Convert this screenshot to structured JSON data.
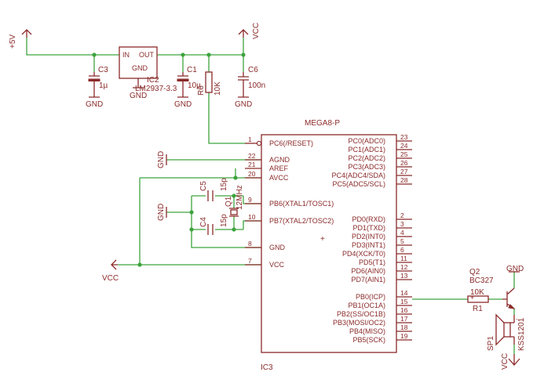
{
  "power": {
    "p5v": "+5V",
    "vcc_top": "VCC",
    "vcc_left": "VCC",
    "vcc_spk": "VCC",
    "gnd": "GND"
  },
  "regulator": {
    "name": "IC2",
    "value": "LM2937-3.3",
    "in": "IN",
    "out": "OUT",
    "gnd": "GND"
  },
  "c3": {
    "name": "C3",
    "value": "1µ"
  },
  "c1": {
    "name": "C1",
    "value": "10µ"
  },
  "r6": {
    "name": "R6",
    "value": "10K"
  },
  "c6": {
    "name": "C6",
    "value": "100n"
  },
  "c5": {
    "name": "C5",
    "value": "15p"
  },
  "c4": {
    "name": "C4",
    "value": "15p"
  },
  "q1": {
    "name": "Q1",
    "value": "12MHz"
  },
  "r1": {
    "name": "R1",
    "value": "10K"
  },
  "q2": {
    "name": "Q2",
    "value": "BC327"
  },
  "sp1": {
    "name": "SP1",
    "value": "KSS1201"
  },
  "mcu": {
    "value": "MEGA8-P",
    "name": "IC3",
    "left_pins": [
      {
        "num": "1",
        "name": "PC6(/RESET)"
      },
      {
        "num": "22",
        "name": "AGND"
      },
      {
        "num": "21",
        "name": "AREF"
      },
      {
        "num": "20",
        "name": "AVCC"
      },
      {
        "num": "9",
        "name": "PB6(XTAL1/TOSC1)"
      },
      {
        "num": "10",
        "name": "PB7(XTAL2/TOSC2)"
      },
      {
        "num": "8",
        "name": "GND"
      },
      {
        "num": "7",
        "name": "VCC"
      }
    ],
    "right_pins": [
      {
        "num": "23",
        "name": "PC0(ADC0)"
      },
      {
        "num": "24",
        "name": "PC1(ADC1)"
      },
      {
        "num": "25",
        "name": "PC2(ADC2)"
      },
      {
        "num": "26",
        "name": "PC3(ADC3)"
      },
      {
        "num": "27",
        "name": "PC4(ADC4/SDA)"
      },
      {
        "num": "28",
        "name": "PC5(ADC5/SCL)"
      },
      {
        "num": "2",
        "name": "PD0(RXD)"
      },
      {
        "num": "3",
        "name": "PD1(TXD)"
      },
      {
        "num": "4",
        "name": "PD2(INT0)"
      },
      {
        "num": "5",
        "name": "PD3(INT1)"
      },
      {
        "num": "6",
        "name": "PD4(XCK/T0)"
      },
      {
        "num": "11",
        "name": "PD5(T1)"
      },
      {
        "num": "12",
        "name": "PD6(AIN0)"
      },
      {
        "num": "13",
        "name": "PD7(AIN1)"
      },
      {
        "num": "14",
        "name": "PB0(ICP)"
      },
      {
        "num": "15",
        "name": "PB1(OC1A)"
      },
      {
        "num": "16",
        "name": "PB2(SS/OC1B)"
      },
      {
        "num": "17",
        "name": "PB3(MOSI/OC2)"
      },
      {
        "num": "18",
        "name": "PB4(MISO)"
      },
      {
        "num": "19",
        "name": "PB5(SCK)"
      }
    ]
  },
  "colors": {
    "wire": "#3ea33e",
    "symbol": "#8b2a2a",
    "background": "#ffffff"
  }
}
